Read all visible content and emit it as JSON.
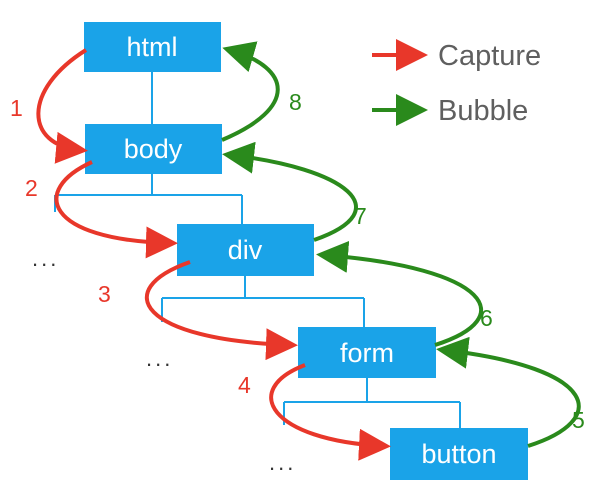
{
  "colors": {
    "node_fill": "#1aa3e8",
    "connector": "#1aa3e8",
    "capture": "#e8372a",
    "bubble": "#2a8a1c",
    "legend_text": "#5f5f5f"
  },
  "legend": {
    "capture_label": "Capture",
    "bubble_label": "Bubble"
  },
  "nodes": {
    "html": "html",
    "body": "body",
    "div": "div",
    "form": "form",
    "button": "button"
  },
  "ellipsis": "...",
  "capture_steps": [
    "1",
    "2",
    "3",
    "4"
  ],
  "bubble_steps": [
    "5",
    "6",
    "7",
    "8"
  ]
}
